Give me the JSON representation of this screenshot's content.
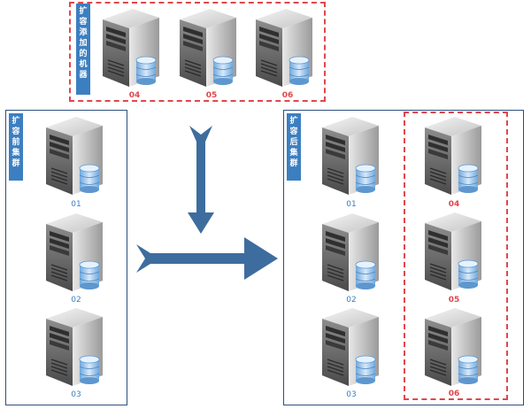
{
  "top_group": {
    "label": "扩容添加的机器",
    "servers": [
      "04",
      "05",
      "06"
    ]
  },
  "before_group": {
    "label": "扩容前集群",
    "servers": [
      "01",
      "02",
      "03"
    ]
  },
  "after_group": {
    "label": "扩容后集群",
    "servers_existing": [
      "01",
      "02",
      "03"
    ],
    "servers_added": [
      "04",
      "05",
      "06"
    ]
  },
  "colors": {
    "accent_blue": "#3c7fc0",
    "border_navy": "#2e4f7d",
    "dash_red": "#e0474c",
    "arrow_blue": "#3d6d9e"
  },
  "icons": [
    "server-icon",
    "database-icon",
    "arrow-down-icon",
    "arrow-right-icon"
  ]
}
